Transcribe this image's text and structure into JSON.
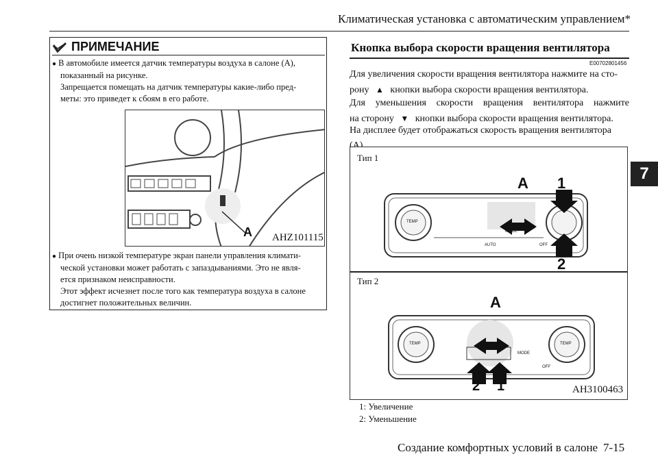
{
  "header": {
    "title": "Климатическая установка с автоматическим управлением*"
  },
  "chapter_tab": "7",
  "note": {
    "heading": "ПРИМЕЧАНИЕ",
    "item1_line1": "В автомобиле имеется датчик температуры воздуха в салоне (A),",
    "item1_line2": "показанный на рисунке.",
    "item1_line3": "Запрещается помещать на датчик температуры какие-либо пред-",
    "item1_line4": "меты: это приведет к сбоям в его работе.",
    "figure_label": "A",
    "figure_code": "AHZ101115",
    "item2_line1": "При очень низкой температуре экран панели управления климати-",
    "item2_line2": "ческой установки может работать с запаздываниями. Это не явля-",
    "item2_line3": "ется признаком неисправности.",
    "item2_line4": "Этот эффект исчезнет после того как температура воздуха в салоне",
    "item2_line5": "достигнет положительных величин."
  },
  "section": {
    "title": "Кнопка выбора скорости вращения вентилятора",
    "code": "E00702801456",
    "p1_line1": "Для увеличения скорости вращения вентилятора нажмите на сто-",
    "p1_line2a": "рону",
    "p1_line2b": "кнопки выбора скорости вращения вентилятора.",
    "p2_line1": "Для уменьшения скорости вращения вентилятора нажмите",
    "p2_line2a": "на сторону",
    "p2_line2b": "кнопки выбора скорости вращения вентилятора.",
    "p3": "На дисплее будет отображаться скорость вращения вентилятора (A)."
  },
  "figure2": {
    "type1_label": "Тип 1",
    "type2_label": "Тип 2",
    "label_a": "A",
    "label_1": "1",
    "label_2": "2",
    "temp": "TEMP",
    "mode": "MODE",
    "auto": "AUTO",
    "off": "OFF",
    "code": "AH3100463"
  },
  "legend": {
    "item1": "1:  Увеличение",
    "item2": "2:  Уменьшение"
  },
  "footer": {
    "text": "Создание комфортных условий в салоне",
    "page": "7-15"
  }
}
